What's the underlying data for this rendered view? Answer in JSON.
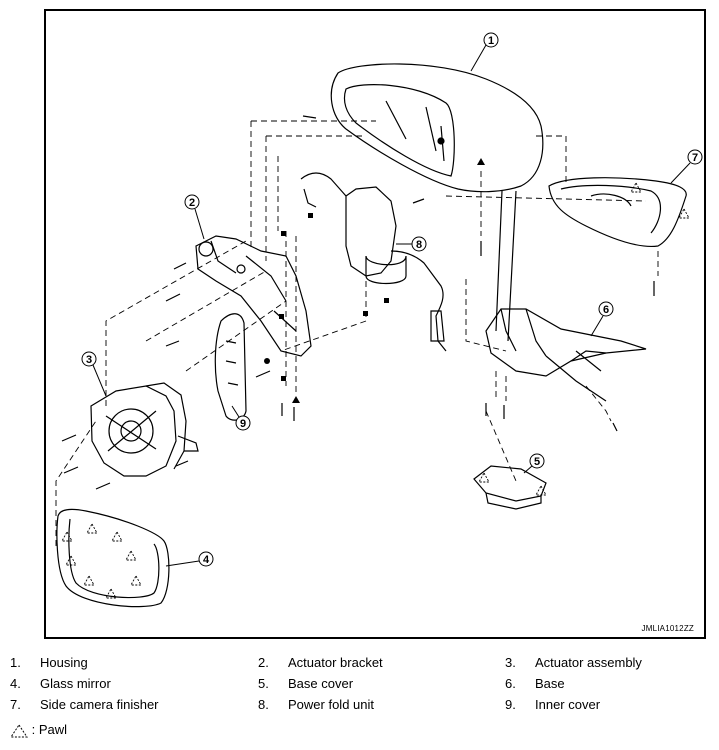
{
  "figure_code": "JMLIA1012ZZ",
  "parts": [
    {
      "number": "1.",
      "name": "Housing"
    },
    {
      "number": "2.",
      "name": "Actuator bracket"
    },
    {
      "number": "3.",
      "name": "Actuator assembly"
    },
    {
      "number": "4.",
      "name": "Glass mirror"
    },
    {
      "number": "5.",
      "name": "Base cover"
    },
    {
      "number": "6.",
      "name": "Base"
    },
    {
      "number": "7.",
      "name": "Side camera finisher"
    },
    {
      "number": "8.",
      "name": "Power fold unit"
    },
    {
      "number": "9.",
      "name": "Inner cover"
    }
  ],
  "callouts": [
    "1",
    "2",
    "3",
    "4",
    "5",
    "6",
    "7",
    "8",
    "9"
  ],
  "pawl_legend": ": Pawl"
}
